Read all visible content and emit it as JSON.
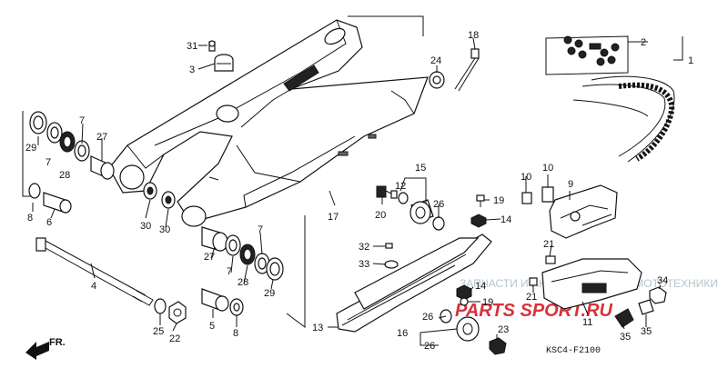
{
  "diagram": {
    "code": "KSC4-F2100",
    "direction": "FR.",
    "watermark": {
      "tagline": "ЗАПЧАСТИ И АКСЕССУАРЫ ДЛЯ МОТОТЕХНИКИ",
      "brand": "PARTS SPORT.RU",
      "brand_color": "#d8323c"
    },
    "callouts": [
      {
        "id": "c31",
        "label": "31"
      },
      {
        "id": "c3",
        "label": "3"
      },
      {
        "id": "c18",
        "label": "18"
      },
      {
        "id": "c24",
        "label": "24"
      },
      {
        "id": "c2",
        "label": "2"
      },
      {
        "id": "c1",
        "label": "1"
      },
      {
        "id": "c7a",
        "label": "7"
      },
      {
        "id": "c29a",
        "label": "29"
      },
      {
        "id": "c7b",
        "label": "7"
      },
      {
        "id": "c28a",
        "label": "28"
      },
      {
        "id": "c27a",
        "label": "27"
      },
      {
        "id": "c15",
        "label": "15"
      },
      {
        "id": "c12",
        "label": "12"
      },
      {
        "id": "c10a",
        "label": "10"
      },
      {
        "id": "c10b",
        "label": "10"
      },
      {
        "id": "c9",
        "label": "9"
      },
      {
        "id": "c19a",
        "label": "19"
      },
      {
        "id": "c26a",
        "label": "26"
      },
      {
        "id": "c20",
        "label": "20"
      },
      {
        "id": "c14a",
        "label": "14"
      },
      {
        "id": "c8a",
        "label": "8"
      },
      {
        "id": "c6",
        "label": "6"
      },
      {
        "id": "c30a",
        "label": "30"
      },
      {
        "id": "c30b",
        "label": "30"
      },
      {
        "id": "c17",
        "label": "17"
      },
      {
        "id": "c7c",
        "label": "7"
      },
      {
        "id": "c27b",
        "label": "27"
      },
      {
        "id": "c7d",
        "label": "7"
      },
      {
        "id": "c28b",
        "label": "28"
      },
      {
        "id": "c29b",
        "label": "29"
      },
      {
        "id": "c32",
        "label": "32"
      },
      {
        "id": "c33",
        "label": "33"
      },
      {
        "id": "c21a",
        "label": "21"
      },
      {
        "id": "c4",
        "label": "4"
      },
      {
        "id": "c14b",
        "label": "14"
      },
      {
        "id": "c19b",
        "label": "19"
      },
      {
        "id": "c21b",
        "label": "21"
      },
      {
        "id": "c34",
        "label": "34"
      },
      {
        "id": "c13",
        "label": "13"
      },
      {
        "id": "c26b",
        "label": "26"
      },
      {
        "id": "c16",
        "label": "16"
      },
      {
        "id": "c26c",
        "label": "26"
      },
      {
        "id": "c23",
        "label": "23"
      },
      {
        "id": "c11",
        "label": "11"
      },
      {
        "id": "c35a",
        "label": "35"
      },
      {
        "id": "c35b",
        "label": "35"
      },
      {
        "id": "c5",
        "label": "5"
      },
      {
        "id": "c25",
        "label": "25"
      },
      {
        "id": "c22",
        "label": "22"
      },
      {
        "id": "c8b",
        "label": "8"
      }
    ]
  }
}
